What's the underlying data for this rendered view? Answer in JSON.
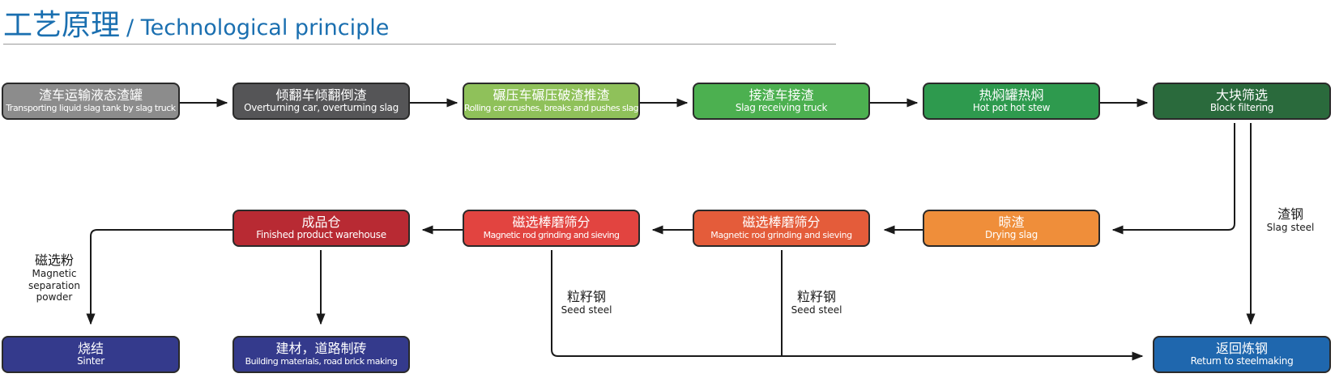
{
  "header": {
    "title_zh": "工艺原理",
    "title_en": "/ Technological principle"
  },
  "nodes": [
    {
      "zh": "渣车运输液态渣罐",
      "en": "Transporting liquid slag tank by slag truck",
      "color": "#8c8c8c"
    },
    {
      "zh": "倾翻车倾翻倒渣",
      "en": "Overturning car, overturning slag",
      "color": "#555557"
    },
    {
      "zh": "碾压车碾压破渣推渣",
      "en": "Rolling car crushes, breaks and pushes slag",
      "color": "#8fc15a"
    },
    {
      "zh": "接渣车接渣",
      "en": "Slag receiving truck",
      "color": "#4cb050"
    },
    {
      "zh": "热焖罐热焖",
      "en": "Hot pot hot stew",
      "color": "#2e9a4e"
    },
    {
      "zh": "大块筛选",
      "en": "Block filtering",
      "color": "#2a6a3c"
    },
    {
      "zh": "晾渣",
      "en": "Drying slag",
      "color": "#ef8e3a"
    },
    {
      "zh": "磁选棒磨筛分",
      "en": "Magnetic rod grinding and sieving",
      "color": "#e45c3a"
    },
    {
      "zh": "磁选棒磨筛分",
      "en": "Magnetic rod grinding and sieving",
      "color": "#e24440"
    },
    {
      "zh": "成品仓",
      "en": "Finished product warehouse",
      "color": "#b82a33"
    },
    {
      "zh": "烧结",
      "en": "Sinter",
      "color": "#343a8c"
    },
    {
      "zh": "建材，道路制砖",
      "en": "Building materials, road brick making",
      "color": "#343a8c"
    },
    {
      "zh": "返回炼钢",
      "en": "Return to steelmaking",
      "color": "#1f67ae"
    }
  ],
  "labels": {
    "slag_steel": {
      "zh": "渣钢",
      "en": "Slag steel"
    },
    "seed_steel_1": {
      "zh": "粒籽钢",
      "en": "Seed steel"
    },
    "seed_steel_2": {
      "zh": "粒籽钢",
      "en": "Seed steel"
    },
    "magnetic_powder": {
      "zh": "磁选粉",
      "en": "Magnetic separation powder"
    }
  }
}
